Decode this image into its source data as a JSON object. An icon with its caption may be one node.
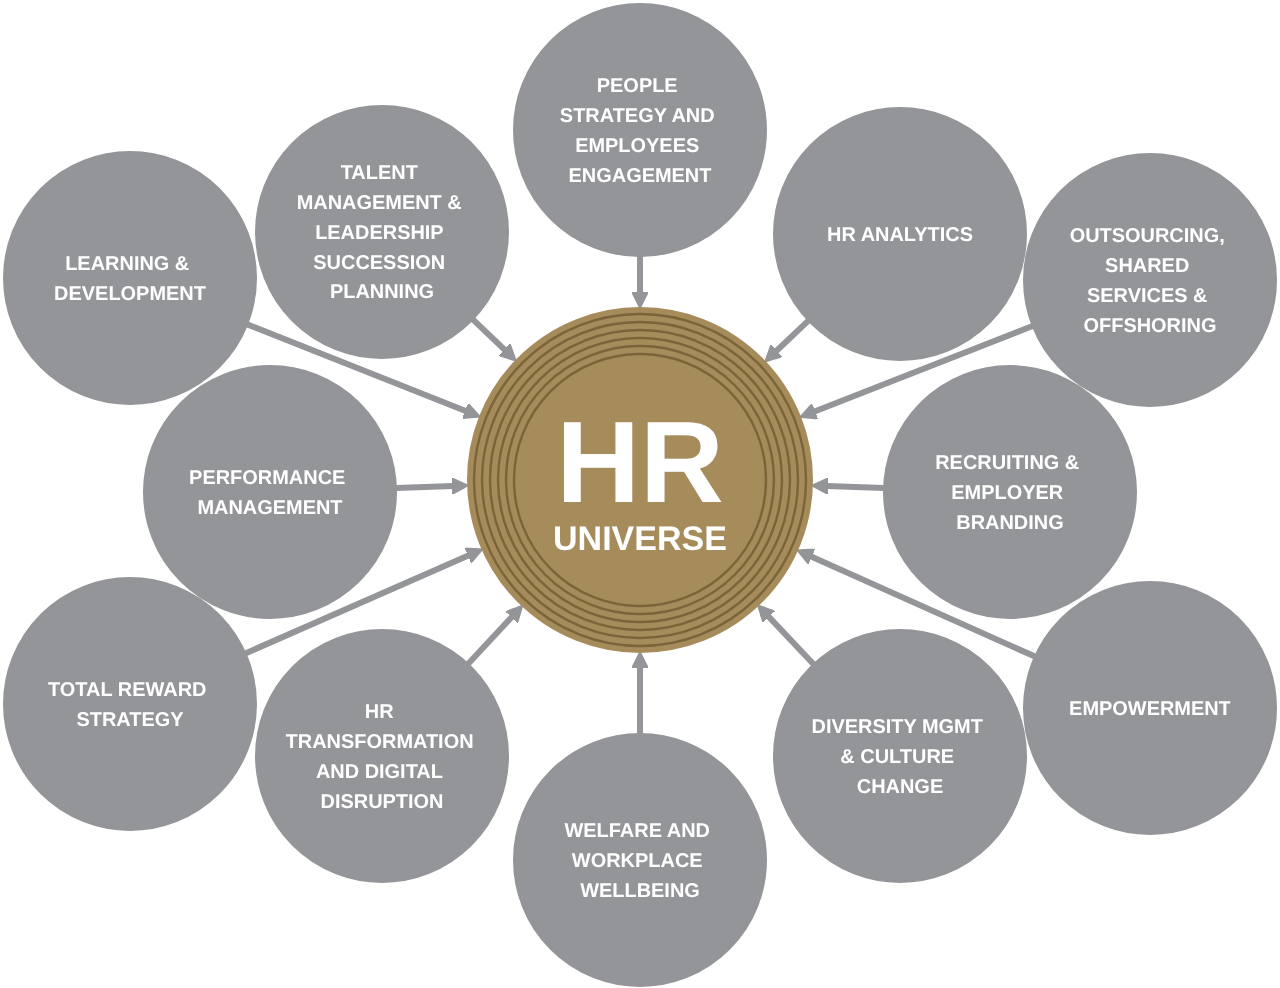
{
  "diagram": {
    "nodes": [
      {
        "text": [
          "PEOPLE STRATEGY AND EMPLOYEES ENGAGEMENT"
        ]
      },
      {
        "text": [
          "LEARNING & DEVELOPMENT"
        ]
      },
      {
        "text": [
          "TALENT MANAGEMENT & LEADERSHIP SUCCESSION PLANNING"
        ]
      },
      {
        "text": [
          "HR ANALYTICS"
        ]
      },
      {
        "text": [
          "OUTSOURCING, SHARED SERVICES & OFFSHORING"
        ]
      },
      {
        "text": [
          "PERFORMANCE MANAGEMENT"
        ]
      },
      {
        "text": [
          "HR",
          "UNIVERSE"
        ]
      },
      {
        "text": [
          "RECRUITING & EMPLOYER BRANDING"
        ]
      },
      {
        "text": [
          "TOTAL REWARD STRATEGY"
        ]
      },
      {
        "text": [
          "HR TRANSFORMATION AND DIGITAL DISRUPTION"
        ]
      },
      {
        "text": [
          "DIVERSITY MGMT & CULTURE CHANGE"
        ]
      },
      {
        "text": [
          "EMPOWERMENT"
        ]
      },
      {
        "text": [
          "WELFARE AND WORKPLACE WELLBEING"
        ]
      }
    ],
    "edges": [
      {
        "from": 0,
        "to": 6,
        "arrow": "to"
      },
      {
        "from": 1,
        "to": 6,
        "arrow": "to"
      },
      {
        "from": 2,
        "to": 6,
        "arrow": "to"
      },
      {
        "from": 3,
        "to": 6,
        "arrow": "to"
      },
      {
        "from": 4,
        "to": 6,
        "arrow": "to"
      },
      {
        "from": 5,
        "to": 6,
        "arrow": "to"
      },
      {
        "from": 7,
        "to": 6,
        "arrow": "to"
      },
      {
        "from": 8,
        "to": 6,
        "arrow": "to"
      },
      {
        "from": 9,
        "to": 6,
        "arrow": "to"
      },
      {
        "from": 10,
        "to": 6,
        "arrow": "to"
      },
      {
        "from": 11,
        "to": 6,
        "arrow": "to"
      },
      {
        "from": 12,
        "to": 6,
        "arrow": "to"
      }
    ]
  }
}
